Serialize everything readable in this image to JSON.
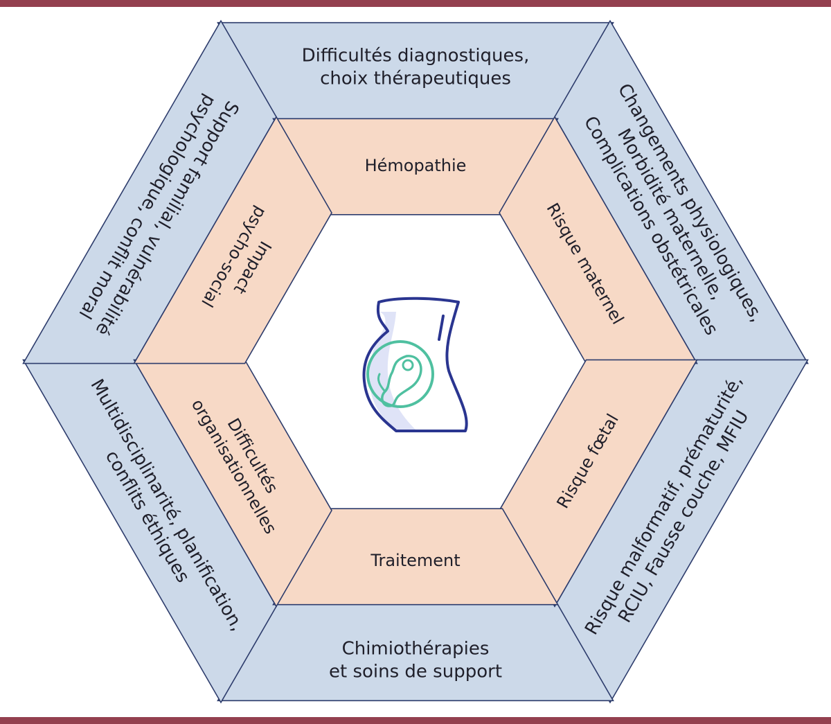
{
  "outer_segments": [
    {
      "id": "top",
      "lines": [
        "Difficultés diagnostiques,",
        "choix thérapeutiques"
      ]
    },
    {
      "id": "upper-right",
      "lines": [
        "Changements physiologiques,",
        "Morbidité maternelle,",
        "Complications obstétricales"
      ]
    },
    {
      "id": "lower-right",
      "lines": [
        "Risque malformatif, prématurité,",
        "RCIU, Fausse couche, MFIU"
      ]
    },
    {
      "id": "bottom",
      "lines": [
        "Chimiothérapies",
        "et soins de support"
      ]
    },
    {
      "id": "lower-left",
      "lines": [
        "Multidisciplinarité, planification,",
        "conflits éthiques"
      ]
    },
    {
      "id": "upper-left",
      "lines": [
        "Support familial, vulnérabilité",
        "psychologique, conflit moral"
      ]
    }
  ],
  "inner_segments": [
    {
      "id": "top",
      "lines": [
        "Hémopathie"
      ]
    },
    {
      "id": "upper-right",
      "lines": [
        "Risque maternel"
      ]
    },
    {
      "id": "lower-right",
      "lines": [
        "Risque fœtal"
      ]
    },
    {
      "id": "bottom",
      "lines": [
        "Traitement"
      ]
    },
    {
      "id": "lower-left",
      "lines": [
        "Difficultés",
        "organisationnelles"
      ]
    },
    {
      "id": "upper-left",
      "lines": [
        "Impact",
        "psycho-social"
      ]
    }
  ],
  "colors": {
    "outer_fill": "#ccd9e9",
    "inner_fill": "#f7d9c6",
    "outline": "#2d3c6c",
    "rule": "#93404f",
    "fetus": "#4fc0a0",
    "silhouette": "#2a3590"
  },
  "icons": {
    "center": "pregnancy-fetus-icon"
  }
}
